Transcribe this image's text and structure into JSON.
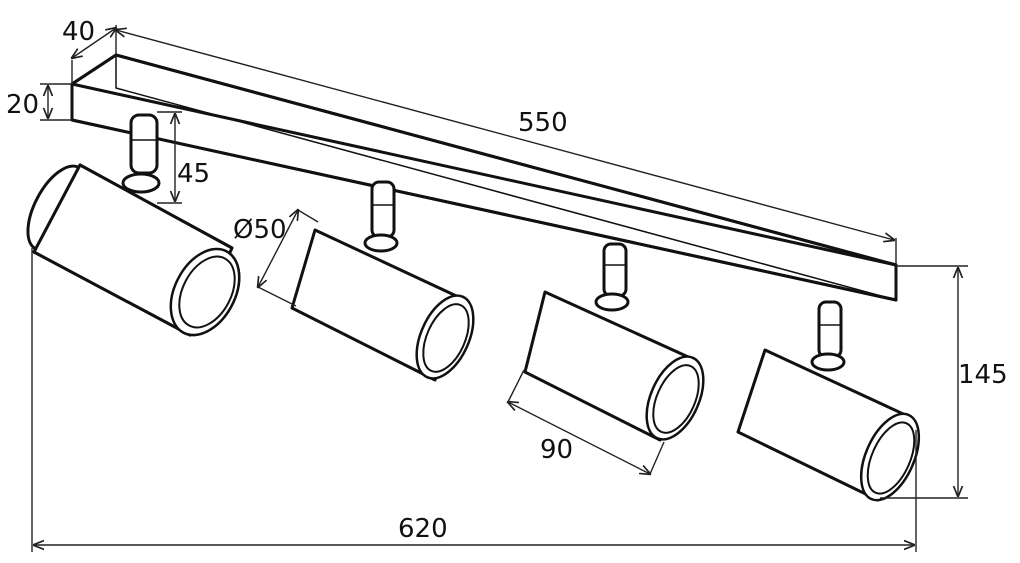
{
  "dimensions": {
    "rail_depth": "40",
    "rail_height": "20",
    "rail_length": "550",
    "stem_height": "45",
    "head_diameter": "Ø50",
    "head_length": "90",
    "total_height": "145",
    "total_length": "620"
  }
}
